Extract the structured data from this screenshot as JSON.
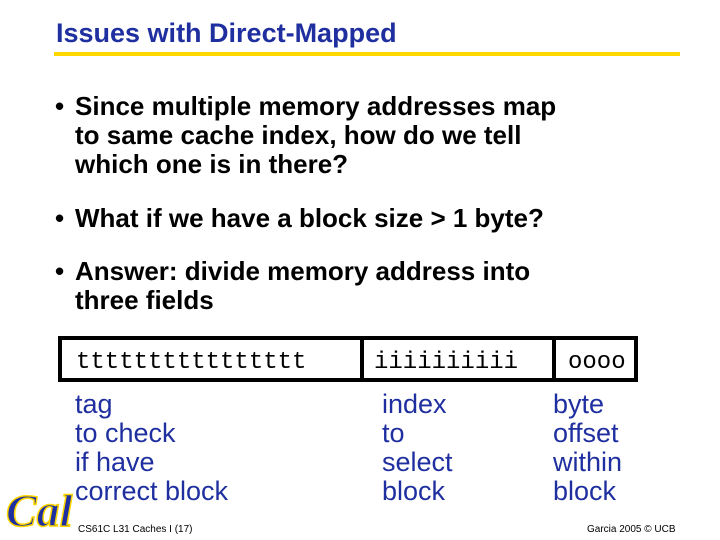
{
  "slide": {
    "title": "Issues with Direct-Mapped",
    "bullets": [
      {
        "marker": "•",
        "text": "Since multiple memory addresses map\nto same cache index, how do we tell\nwhich one is in there?"
      },
      {
        "marker": "•",
        "text": "What if we have a block size > 1 byte?"
      },
      {
        "marker": "•",
        "text": "Answer: divide memory address into\nthree fields"
      }
    ],
    "address_fields": {
      "tag": "tttttttttttttttt",
      "index": "iiiiiiiiii",
      "offset": "oooo"
    },
    "descriptions": {
      "tag": "tag\nto check\nif have\ncorrect block",
      "index": "index\nto\nselect\nblock",
      "offset": "byte\noffset\nwithin\nblock"
    },
    "footer": {
      "left": "CS61C L31 Caches I (17)",
      "right": "Garcia 2005 © UCB"
    },
    "logo_text": "Cal",
    "colors": {
      "title": "#1f2fa0",
      "title_rule": "#ffd700",
      "descriptions": "#1f2fa0"
    }
  }
}
